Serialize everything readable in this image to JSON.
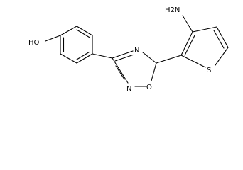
{
  "molecule": {
    "atoms": {
      "hydroxyl": "HO",
      "amino": "H2N",
      "oxadiazole_n_top": "N",
      "oxadiazole_n_bottom": "N",
      "oxadiazole_o": "O",
      "thiophene_s": "S"
    }
  }
}
